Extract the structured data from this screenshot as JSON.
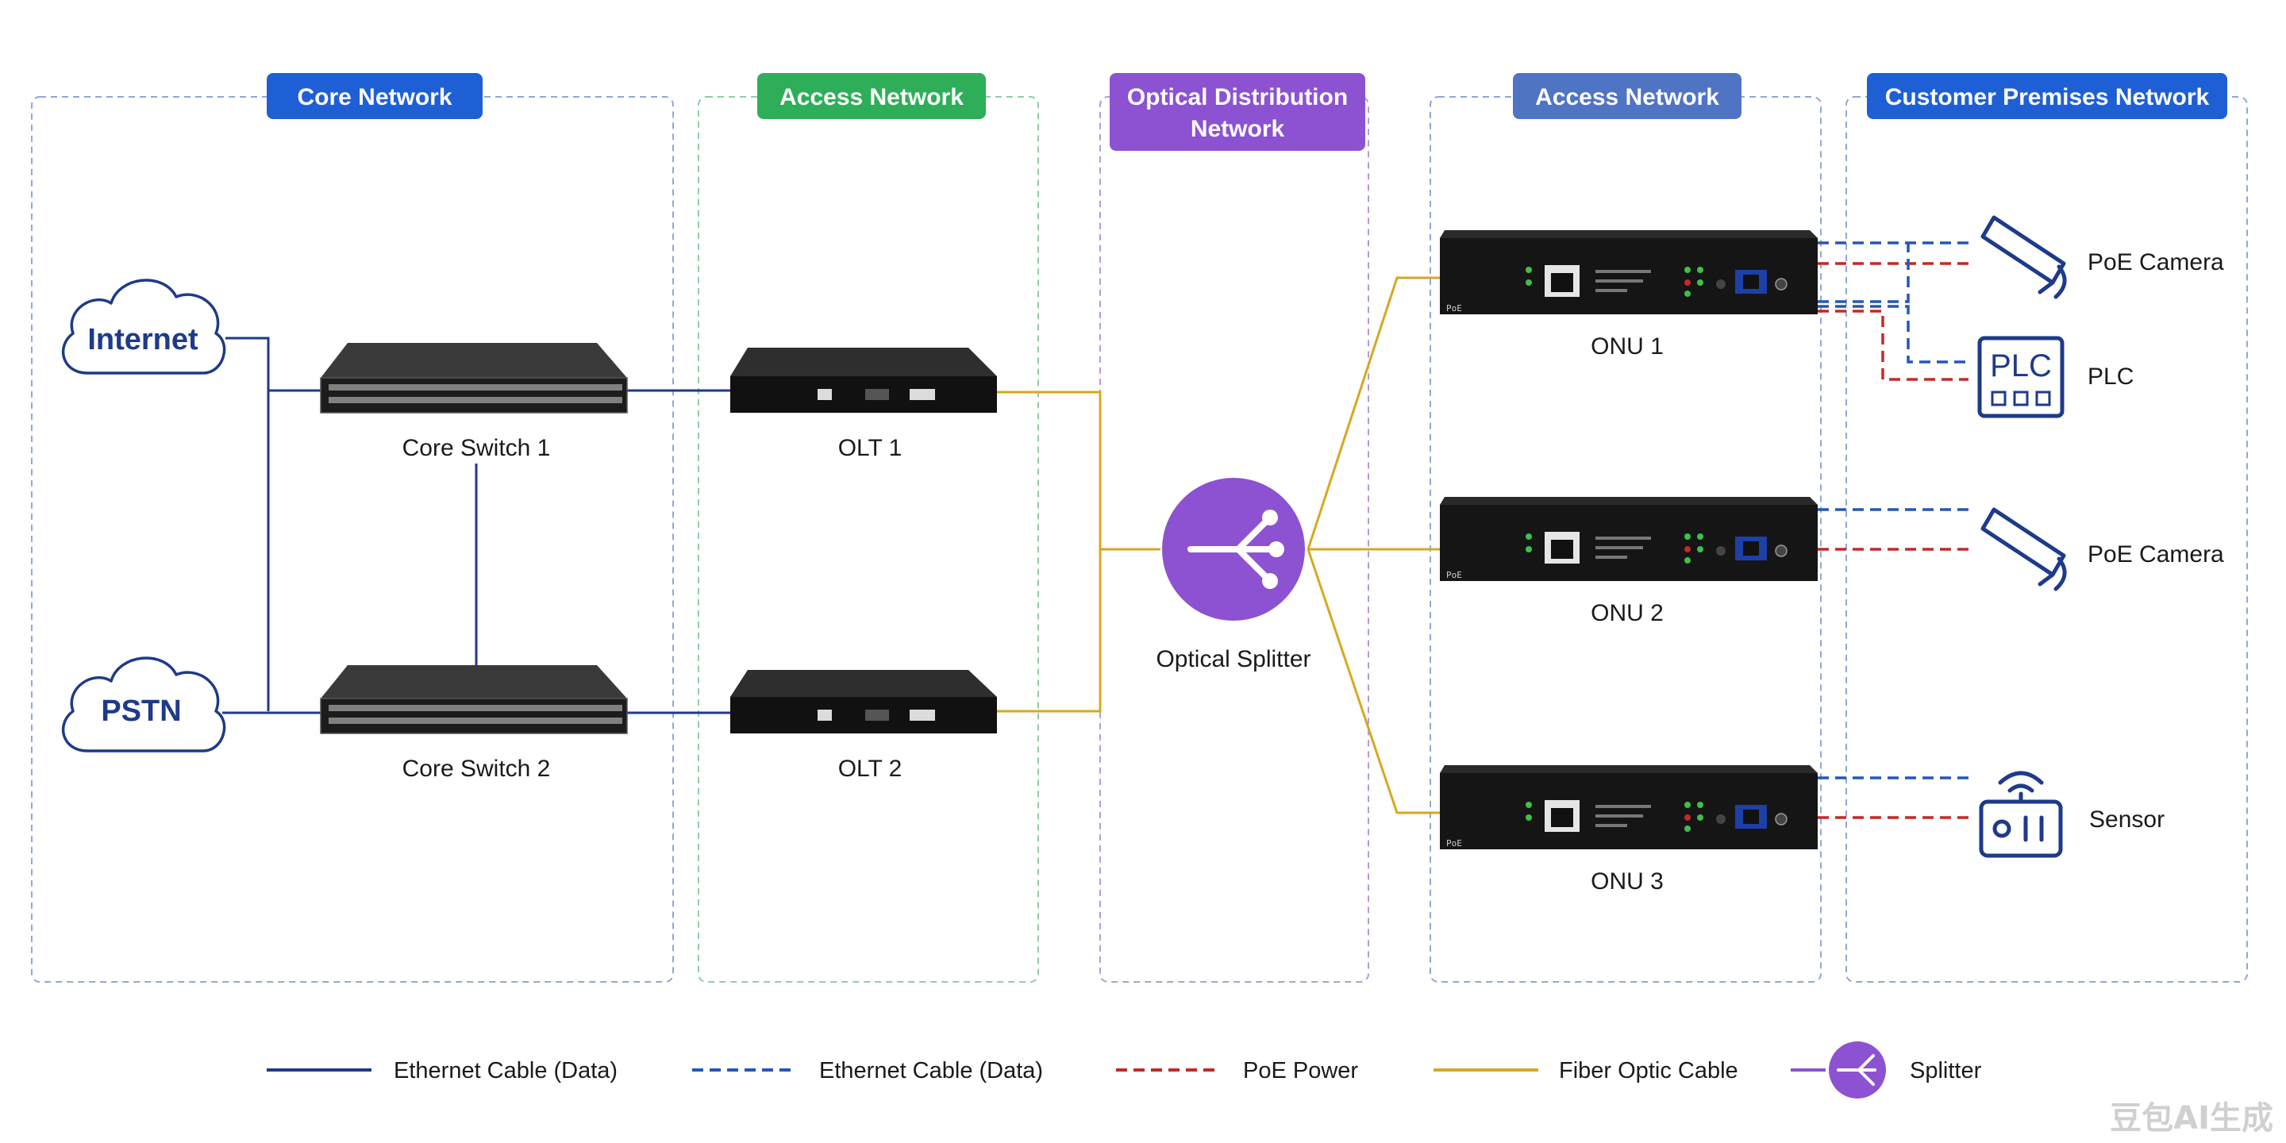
{
  "zones": {
    "core": "Core Network",
    "access1": "Access Network",
    "odn_line1": "Optical Distribution",
    "odn_line2": "Network",
    "access2": "Access Network",
    "customer": "Customer Premises Network"
  },
  "clouds": {
    "internet": "Internet",
    "pstn": "PSTN"
  },
  "devices": {
    "core_switch_1": "Core Switch 1",
    "core_switch_2": "Core Switch 2",
    "olt_1": "OLT 1",
    "olt_2": "OLT 2",
    "splitter": "Optical Splitter",
    "onu_1": "ONU 1",
    "onu_2": "ONU 2",
    "onu_3": "ONU 3",
    "onu_badge": "PoE"
  },
  "endpoints": {
    "camera_1": "PoE Camera",
    "plc": "PLC",
    "camera_2": "PoE Camera",
    "sensor": "Sensor"
  },
  "legend": {
    "ethernet_solid": "Ethernet Cable (Data)",
    "ethernet_dashed": "Ethernet Cable (Data)",
    "poe": "PoE Power",
    "fiber": "Fiber Optic Cable",
    "splitter": "Splitter"
  },
  "watermark": "豆包AI生成",
  "colors": {
    "core": "#1f5fd6",
    "access1": "#2fae5a",
    "odn": "#8c52d1",
    "access2": "#4f74c4",
    "customer": "#1f5fd6",
    "ethernet": "#1e3a8a",
    "ethernet_dashed": "#2457b8",
    "poe": "#c62828",
    "fiber": "#d6a820",
    "icon": "#1e3a8a"
  }
}
